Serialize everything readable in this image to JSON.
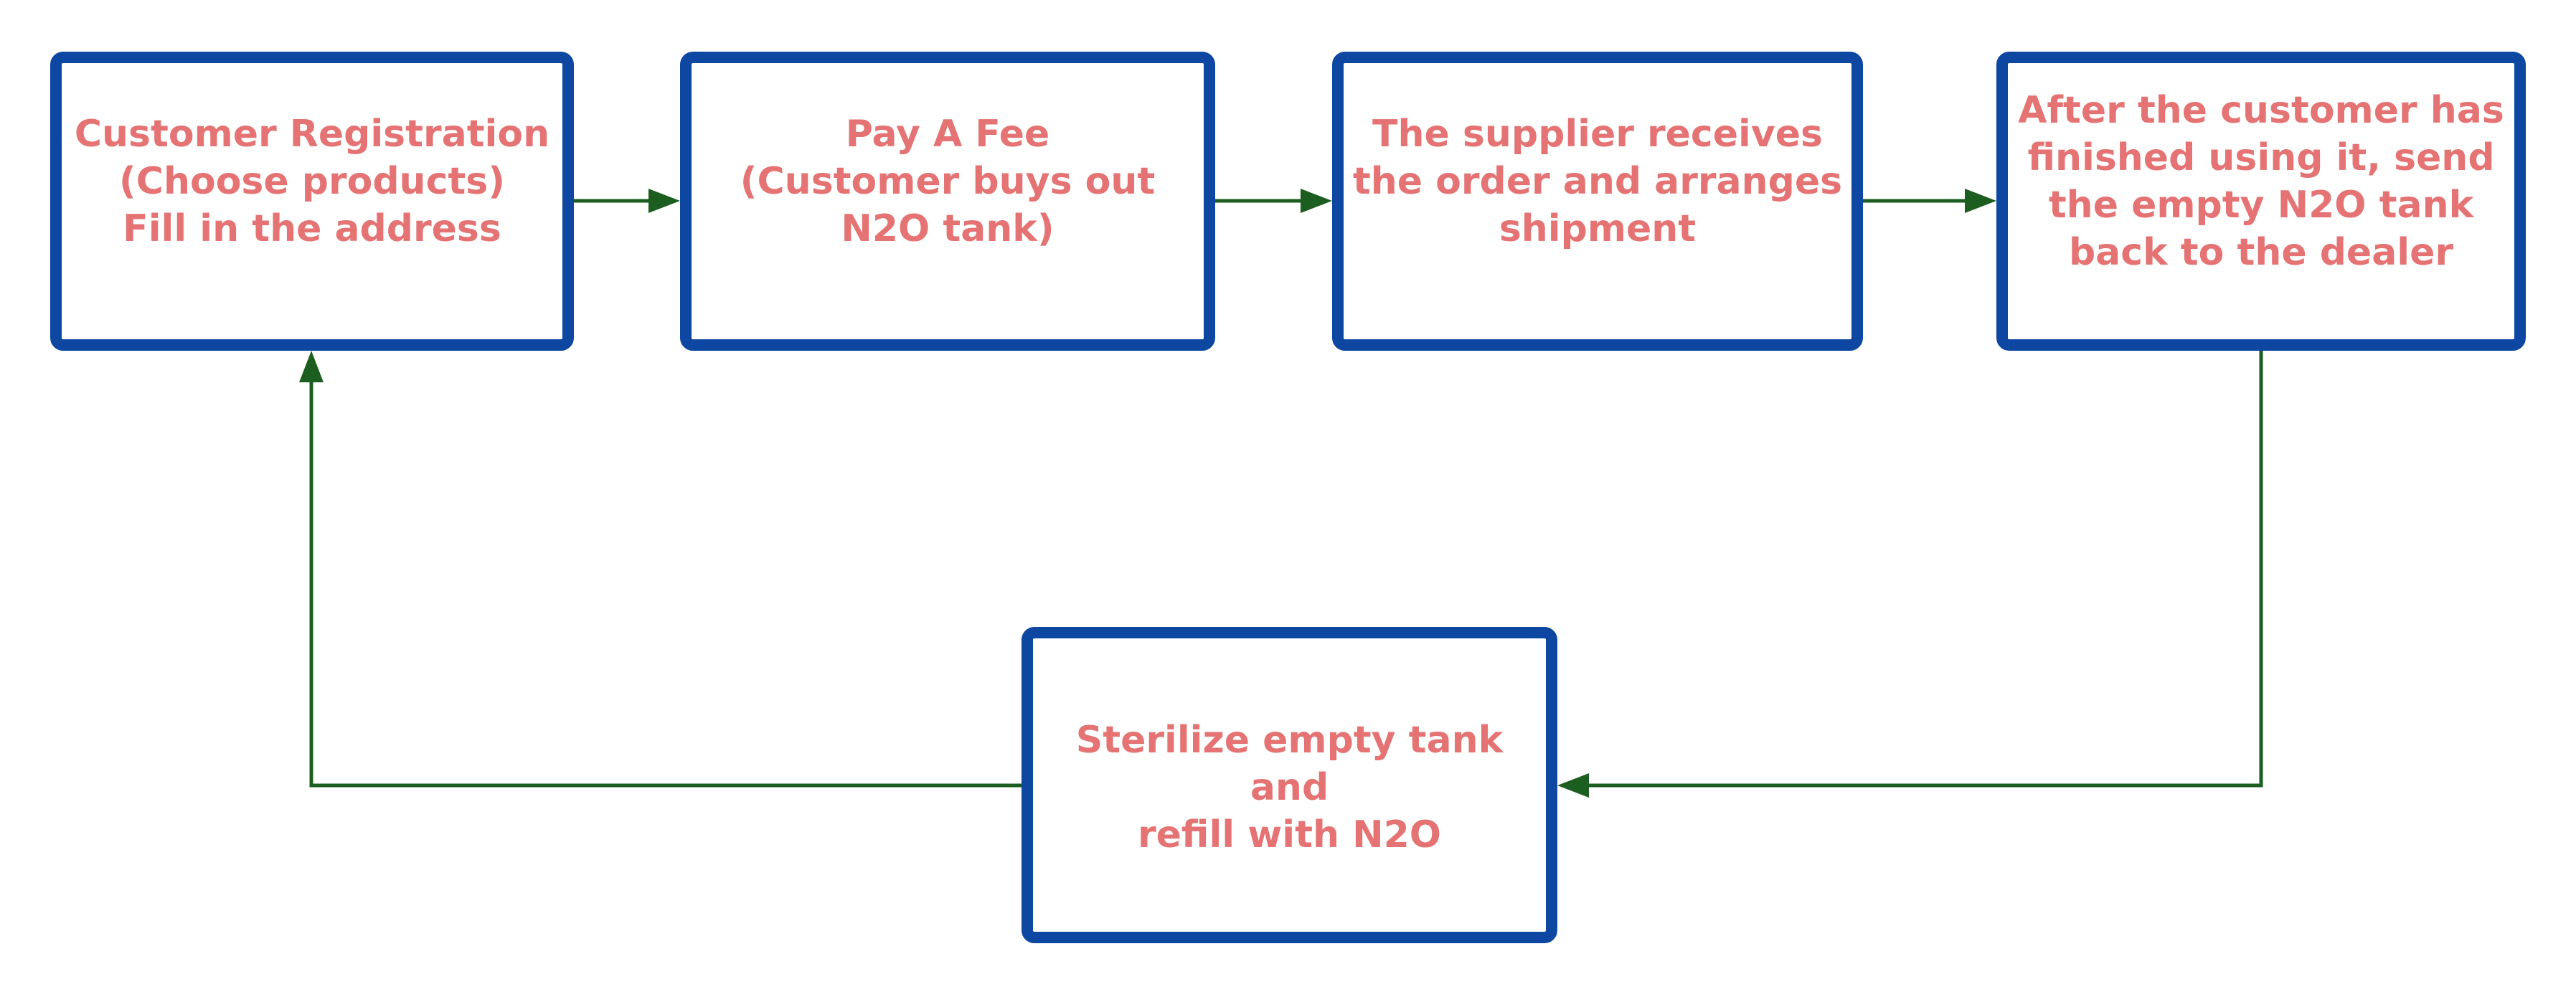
{
  "diagram": {
    "nodes": {
      "registration": "Customer Registration\n(Choose products)\nFill in the address",
      "pay": "Pay A Fee\n(Customer buys out\nN2O tank)",
      "supplier": "The supplier receives\nthe order and arranges\nshipment",
      "return": "After the customer has\nfinished using it, send\nthe empty N2O tank\nback to the dealer",
      "sterilize": "Sterilize empty tank and\nrefill with N2O"
    },
    "edges": [
      {
        "from": "registration",
        "to": "pay"
      },
      {
        "from": "pay",
        "to": "supplier"
      },
      {
        "from": "supplier",
        "to": "return"
      },
      {
        "from": "return",
        "to": "sterilize"
      },
      {
        "from": "sterilize",
        "to": "registration"
      }
    ],
    "colors": {
      "box_border": "#0d47a1",
      "text": "#e57373",
      "arrow": "#1b5e20",
      "background": "#ffffff"
    }
  }
}
